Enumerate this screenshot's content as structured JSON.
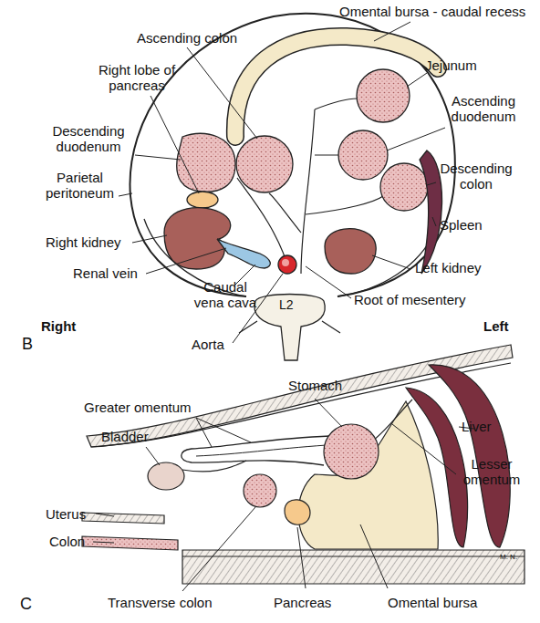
{
  "diagram": {
    "labels": [
      "Omental bursa - caudal recess",
      "Ascending colon",
      "Right lobe of pancreas",
      "Jejunum",
      "Ascending duodenum",
      "Descending duodenum",
      "Descending colon",
      "Parietal peritoneum",
      "Spleen",
      "Right kidney",
      "Left kidney",
      "Renal vein",
      "Caudal vena cava",
      "Root of mesentery",
      "L2",
      "Aorta",
      "Right",
      "Left",
      "B",
      "Stomach",
      "Greater omentum",
      "Liver",
      "Bladder",
      "Lesser omentum",
      "Uterus",
      "Colon",
      "C",
      "Transverse colon",
      "Pancreas",
      "Omental bursa",
      "M. N."
    ]
  }
}
